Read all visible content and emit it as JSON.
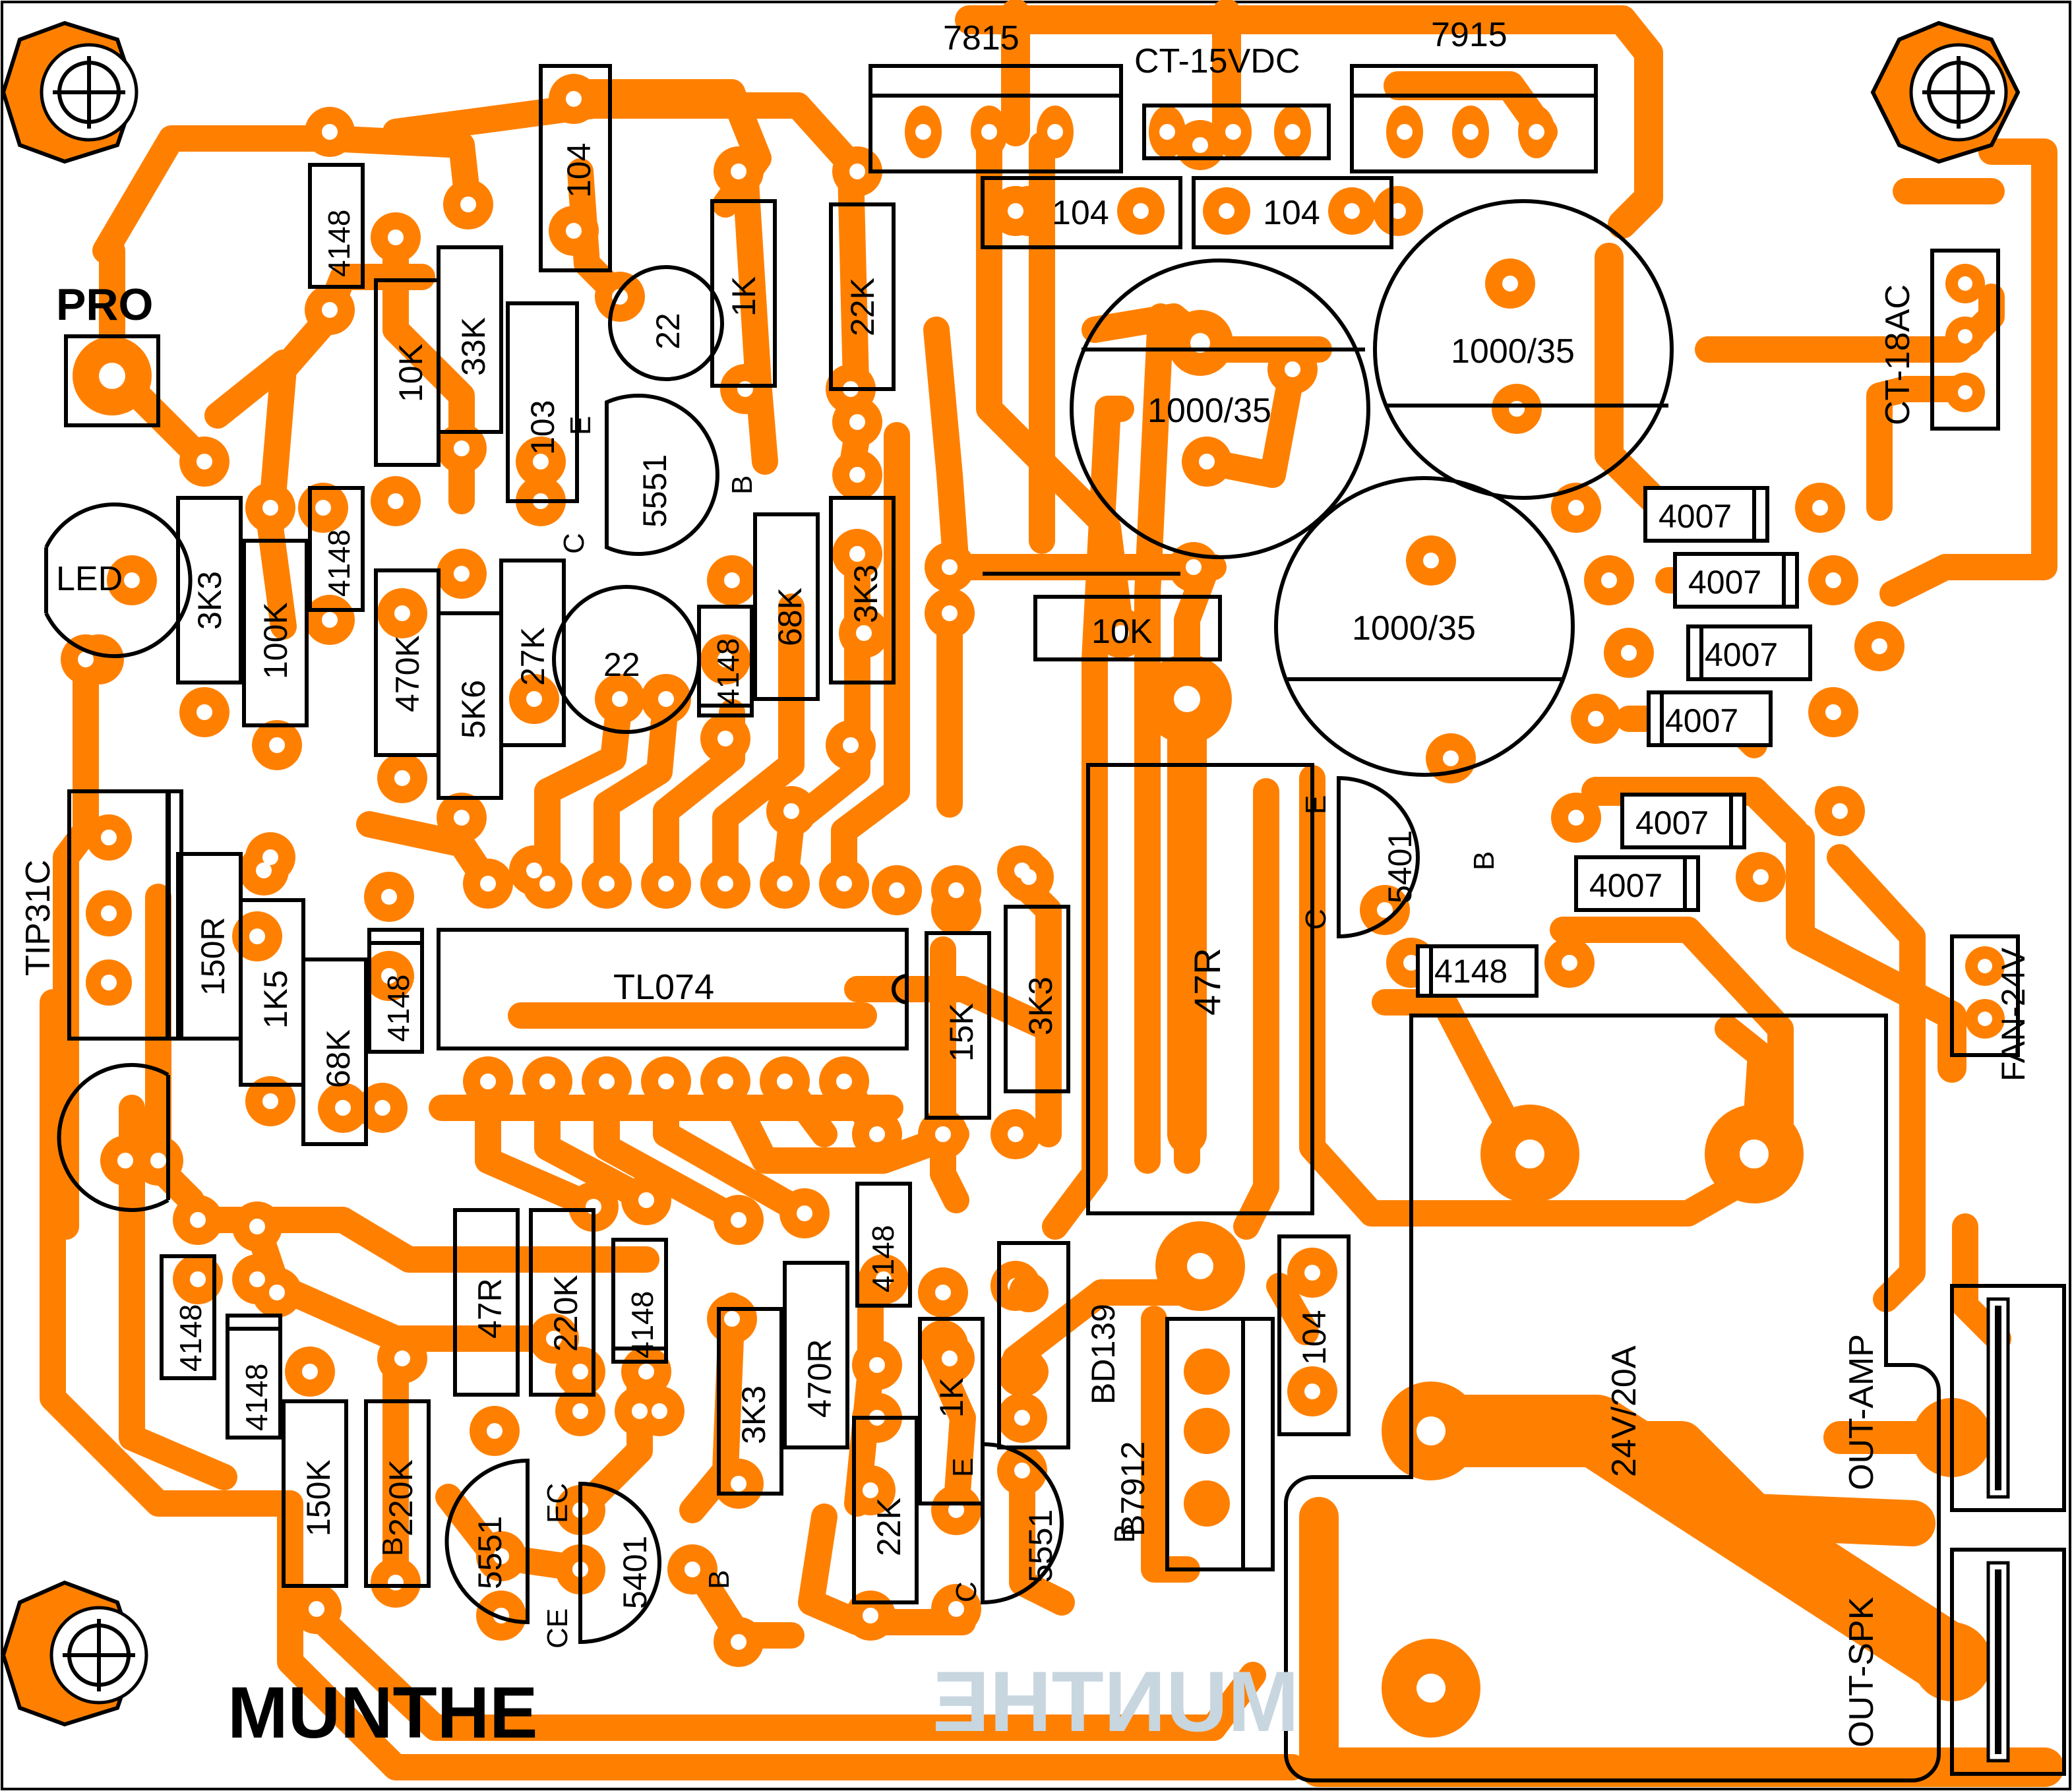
{
  "colors": {
    "copper": "#FF8000",
    "silk": "#000000",
    "board": "#ffffff",
    "mirror_text": "#C8D6E0"
  },
  "labels": {
    "brand": "MUNTHE",
    "brand_mirrored": "MUNTHE",
    "pro": "PRO",
    "led": "LED",
    "reg_7815": "7815",
    "reg_7915": "7915",
    "ct15": "CT-15VDC",
    "ct18": "CT-18AC",
    "tip31c": "TIP31C",
    "tl074": "TL074",
    "fan": "FAN-24V",
    "relay": "24V/20A",
    "out_amp": "OUT-AMP",
    "out_spk": "OUT-SPK",
    "bd139": "BD139",
    "b7912": "B7912"
  },
  "components": {
    "c104_top": "104",
    "c104_a": "104",
    "c104_b": "104",
    "c104_right": "104",
    "d4148_1": "4148",
    "d4148_2": "4148",
    "d4148_3": "4148",
    "d4148_4": "4148",
    "d4148_5": "4148",
    "d4148_6": "4148",
    "d4148_7": "4148",
    "d4148_8": "4148",
    "d4148_9": "4148",
    "r10k_a": "10K",
    "r33k": "33K",
    "c103": "103",
    "c22_a": "22",
    "r1k_a": "1K",
    "r22k_a": "22K",
    "q5551_a": "5551",
    "r3k3_a": "3K3",
    "r100k": "100K",
    "r470k": "470K",
    "r5k6": "5K6",
    "r27k": "27K",
    "c22_b": "22",
    "r68k_a": "68K",
    "r3k3_b": "3K3",
    "r150r": "150R",
    "r1k5": "1K5",
    "r68k_b": "68K",
    "r15k": "15K",
    "r3k3_c": "3K3",
    "r47r_big": "47R",
    "r10k_b": "10K",
    "cap1000_a": "1000/35",
    "cap1000_b": "1000/35",
    "cap1000_c": "1000/35",
    "d4007_1": "4007",
    "d4007_2": "4007",
    "d4007_3": "4007",
    "d4007_4": "4007",
    "d4007_5": "4007",
    "d4007_6": "4007",
    "q5401_a": "5401",
    "r47r_b": "47R",
    "r220k_a": "220K",
    "r3k3_d": "3K3",
    "r470r": "470R",
    "r1k_b": "1K",
    "r22k_b": "22K",
    "q5551_b": "5551",
    "r150k": "150K",
    "r220k_b": "220K",
    "q5551_c": "5551",
    "q5401_b": "5401"
  },
  "pin_letters": {
    "e": "E",
    "b": "B",
    "c": "C",
    "ec": "EC",
    "ce": "CE",
    "bb": "B"
  }
}
